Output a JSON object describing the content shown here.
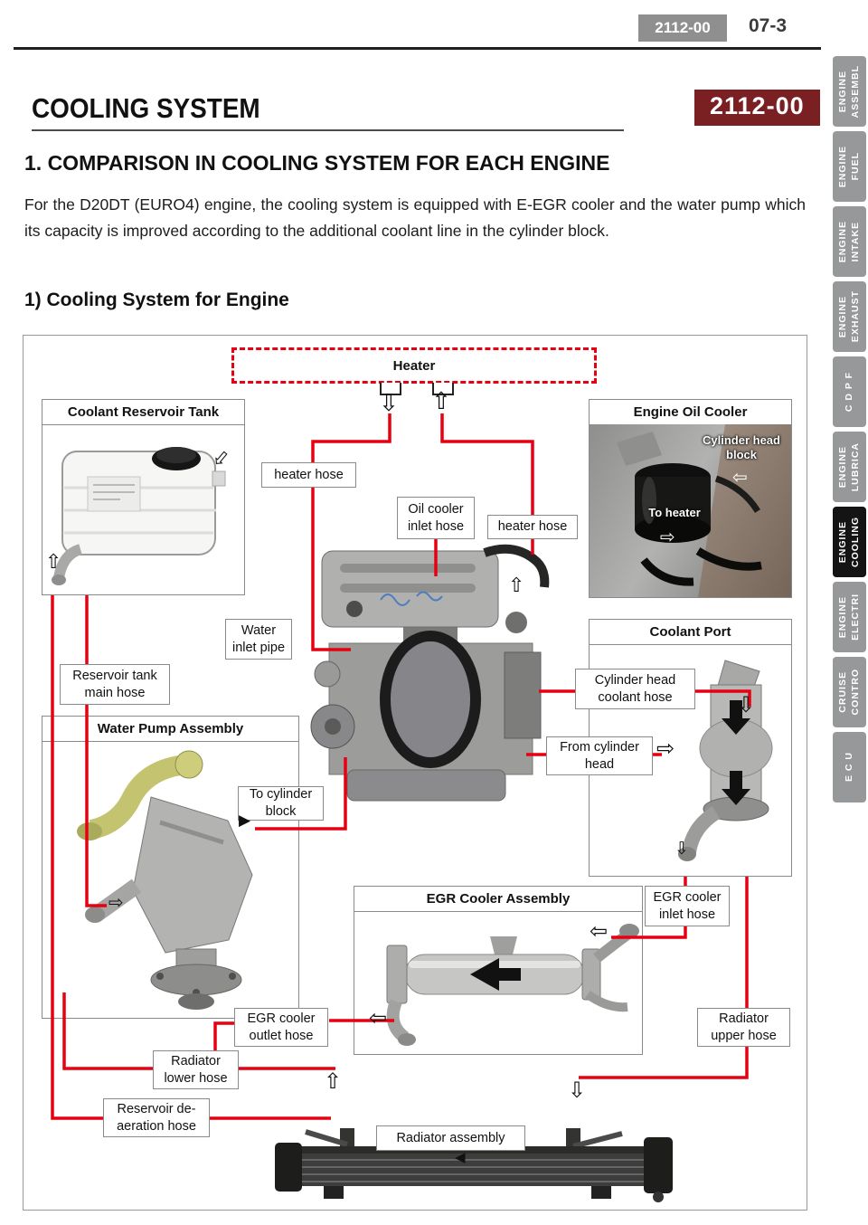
{
  "header": {
    "code_badge": "2112-00",
    "page_number": "07-3"
  },
  "title_bar": {
    "title": "COOLING SYSTEM",
    "code_badge": "2112-00"
  },
  "content": {
    "section_heading": "1. COMPARISON IN COOLING SYSTEM FOR EACH ENGINE",
    "body_paragraph": "For the D20DT (EURO4) engine, the cooling system is equipped with E-EGR cooler and the water pump which its capacity is improved according to the additional coolant line in the cylinder block.",
    "sub_heading": "1) Cooling System for Engine"
  },
  "sidebar": {
    "tabs": [
      {
        "lines": [
          "ENGINE",
          "ASSEMBL"
        ],
        "active": false
      },
      {
        "lines": [
          "ENGINE",
          "FUEL"
        ],
        "active": false
      },
      {
        "lines": [
          "ENGINE",
          "INTAKE"
        ],
        "active": false
      },
      {
        "lines": [
          "ENGINE",
          "EXHAUST"
        ],
        "active": false
      },
      {
        "lines": [
          "C D P F"
        ],
        "active": false
      },
      {
        "lines": [
          "ENGINE",
          "LUBRICA"
        ],
        "active": false
      },
      {
        "lines": [
          "ENGINE",
          "COOLING"
        ],
        "active": true
      },
      {
        "lines": [
          "ENGINE",
          "ELECTRI"
        ],
        "active": false
      },
      {
        "lines": [
          "CRUISE",
          "CONTRO"
        ],
        "active": false
      },
      {
        "lines": [
          "E C U"
        ],
        "active": false
      }
    ]
  },
  "diagram": {
    "heater_label": "Heater",
    "panels": {
      "coolant_reservoir_tank": "Coolant Reservoir Tank",
      "engine_oil_cooler": "Engine Oil Cooler",
      "coolant_port": "Coolant Port",
      "water_pump_assembly": "Water Pump Assembly",
      "egr_cooler_assembly": "EGR Cooler Assembly"
    },
    "labels": {
      "heater_hose_left": "heater hose",
      "oil_cooler_inlet_hose": "Oil cooler inlet hose",
      "heater_hose_right": "heater hose",
      "water_inlet_pipe": "Water inlet pipe",
      "reservoir_tank_main_hose": "Reservoir tank main hose",
      "to_cylinder_block": "To cylinder block",
      "cylinder_head_coolant_hose": "Cylinder head coolant hose",
      "from_cylinder_head": "From cylinder head",
      "egr_cooler_inlet_hose": "EGR cooler inlet hose",
      "egr_cooler_outlet_hose": "EGR cooler outlet hose",
      "radiator_upper_hose": "Radiator upper hose",
      "radiator_lower_hose": "Radiator lower hose",
      "reservoir_deaeration_hose": "Reservoir de-aeration hose",
      "radiator_assembly": "Radiator assembly"
    },
    "photo_annotations": {
      "cylinder_head_block": "Cylinder head block",
      "to_heater": "To heater"
    }
  },
  "icons": {
    "arrow_up_outline": "⇧",
    "arrow_down_outline": "⇩",
    "arrow_left_outline": "⇦",
    "arrow_right_outline": "⇨",
    "arrow_right_solid": "▶",
    "arrow_left_solid": "◀"
  },
  "colors": {
    "line_red": "#e60012",
    "badge_maroon": "#7a1f22",
    "tab_gray": "#97989a",
    "tab_active": "#141414"
  }
}
